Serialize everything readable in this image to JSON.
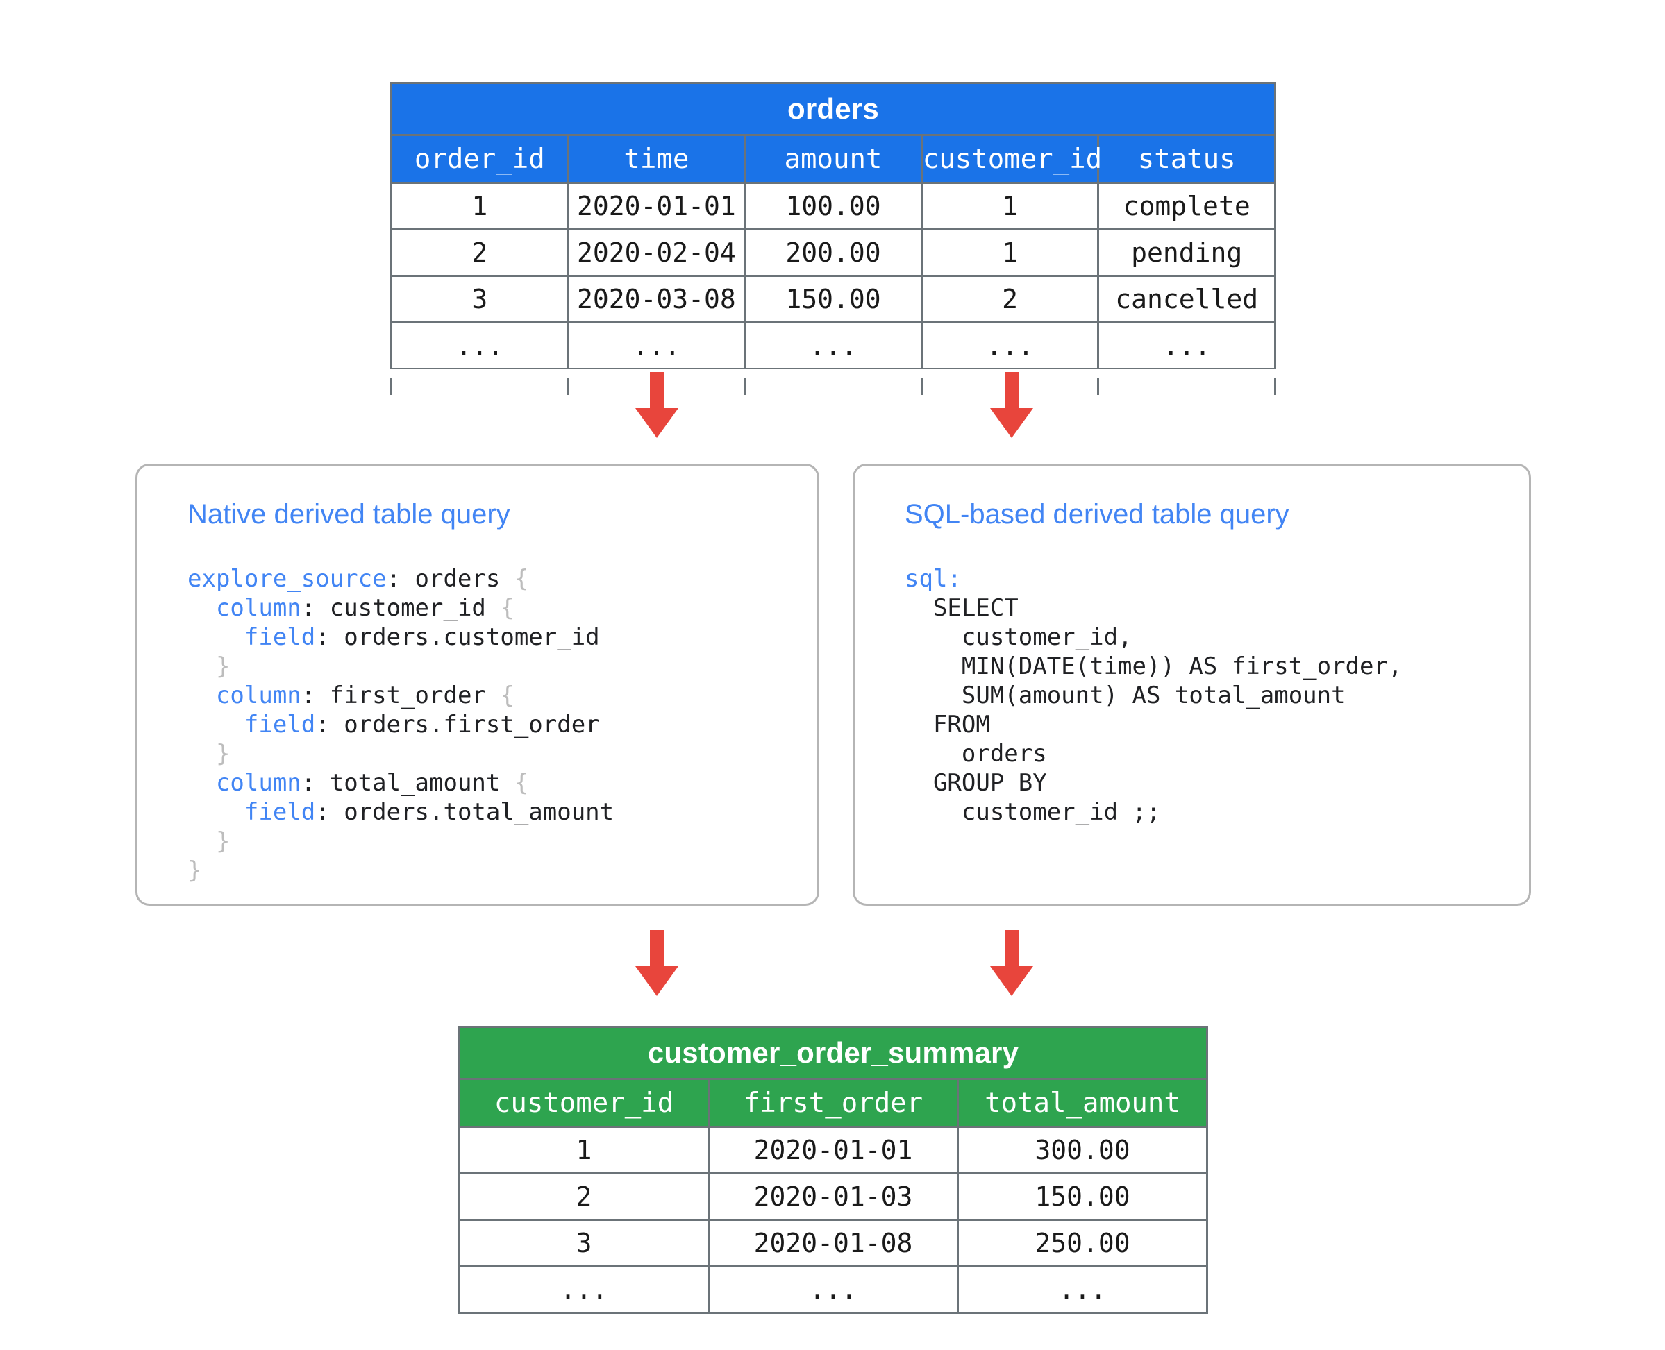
{
  "diagram": {
    "title_semantic": "looker-derived-table-flow",
    "accent_blue": "#1a73e8",
    "accent_green": "#2ea44f",
    "arrow_red": "#e8453c",
    "code_keyword_blue": "#4285f4"
  },
  "source_table": {
    "name": "orders",
    "columns": [
      "order_id",
      "time",
      "amount",
      "customer_id",
      "status"
    ],
    "rows": [
      [
        "1",
        "2020-01-01",
        "100.00",
        "1",
        "complete"
      ],
      [
        "2",
        "2020-02-04",
        "200.00",
        "1",
        "pending"
      ],
      [
        "3",
        "2020-03-08",
        "150.00",
        "2",
        "cancelled"
      ],
      [
        "...",
        "...",
        "...",
        "...",
        "..."
      ],
      [
        "",
        "",
        "",
        "",
        ""
      ]
    ]
  },
  "native_card": {
    "title": "Native derived table query",
    "code_lines": [
      {
        "indent": 0,
        "parts": [
          {
            "t": "explore_source",
            "c": "kw"
          },
          {
            "t": ": orders ",
            "c": ""
          },
          {
            "t": "{",
            "c": "brc"
          }
        ]
      },
      {
        "indent": 1,
        "parts": [
          {
            "t": "column",
            "c": "kw"
          },
          {
            "t": ": customer_id ",
            "c": ""
          },
          {
            "t": "{",
            "c": "brc"
          }
        ]
      },
      {
        "indent": 2,
        "parts": [
          {
            "t": "field",
            "c": "kw"
          },
          {
            "t": ": orders.customer_id",
            "c": ""
          }
        ]
      },
      {
        "indent": 1,
        "parts": [
          {
            "t": "}",
            "c": "brc"
          }
        ]
      },
      {
        "indent": 1,
        "parts": [
          {
            "t": "column",
            "c": "kw"
          },
          {
            "t": ": first_order ",
            "c": ""
          },
          {
            "t": "{",
            "c": "brc"
          }
        ]
      },
      {
        "indent": 2,
        "parts": [
          {
            "t": "field",
            "c": "kw"
          },
          {
            "t": ": orders.first_order",
            "c": ""
          }
        ]
      },
      {
        "indent": 1,
        "parts": [
          {
            "t": "}",
            "c": "brc"
          }
        ]
      },
      {
        "indent": 1,
        "parts": [
          {
            "t": "column",
            "c": "kw"
          },
          {
            "t": ": total_amount ",
            "c": ""
          },
          {
            "t": "{",
            "c": "brc"
          }
        ]
      },
      {
        "indent": 2,
        "parts": [
          {
            "t": "field",
            "c": "kw"
          },
          {
            "t": ": orders.total_amount",
            "c": ""
          }
        ]
      },
      {
        "indent": 1,
        "parts": [
          {
            "t": "}",
            "c": "brc"
          }
        ]
      },
      {
        "indent": 0,
        "parts": [
          {
            "t": "}",
            "c": "brc"
          }
        ]
      }
    ]
  },
  "sql_card": {
    "title": "SQL-based derived table query",
    "code_lines": [
      {
        "indent": 0,
        "parts": [
          {
            "t": "sql:",
            "c": "kw"
          }
        ]
      },
      {
        "indent": 1,
        "parts": [
          {
            "t": "SELECT",
            "c": ""
          }
        ]
      },
      {
        "indent": 2,
        "parts": [
          {
            "t": "customer_id,",
            "c": ""
          }
        ]
      },
      {
        "indent": 2,
        "parts": [
          {
            "t": "MIN(DATE(time)) AS first_order,",
            "c": ""
          }
        ]
      },
      {
        "indent": 2,
        "parts": [
          {
            "t": "SUM(amount) AS total_amount",
            "c": ""
          }
        ]
      },
      {
        "indent": 1,
        "parts": [
          {
            "t": "FROM",
            "c": ""
          }
        ]
      },
      {
        "indent": 2,
        "parts": [
          {
            "t": "orders",
            "c": ""
          }
        ]
      },
      {
        "indent": 1,
        "parts": [
          {
            "t": "GROUP BY",
            "c": ""
          }
        ]
      },
      {
        "indent": 2,
        "parts": [
          {
            "t": "customer_id ;;",
            "c": ""
          }
        ]
      }
    ]
  },
  "result_table": {
    "name": "customer_order_summary",
    "columns": [
      "customer_id",
      "first_order",
      "total_amount"
    ],
    "rows": [
      [
        "1",
        "2020-01-01",
        "300.00"
      ],
      [
        "2",
        "2020-01-03",
        "150.00"
      ],
      [
        "3",
        "2020-01-08",
        "250.00"
      ],
      [
        "...",
        "...",
        "..."
      ]
    ]
  },
  "arrows": [
    {
      "name": "arrow-orders-to-native"
    },
    {
      "name": "arrow-orders-to-sql"
    },
    {
      "name": "arrow-native-to-summary"
    },
    {
      "name": "arrow-sql-to-summary"
    }
  ]
}
